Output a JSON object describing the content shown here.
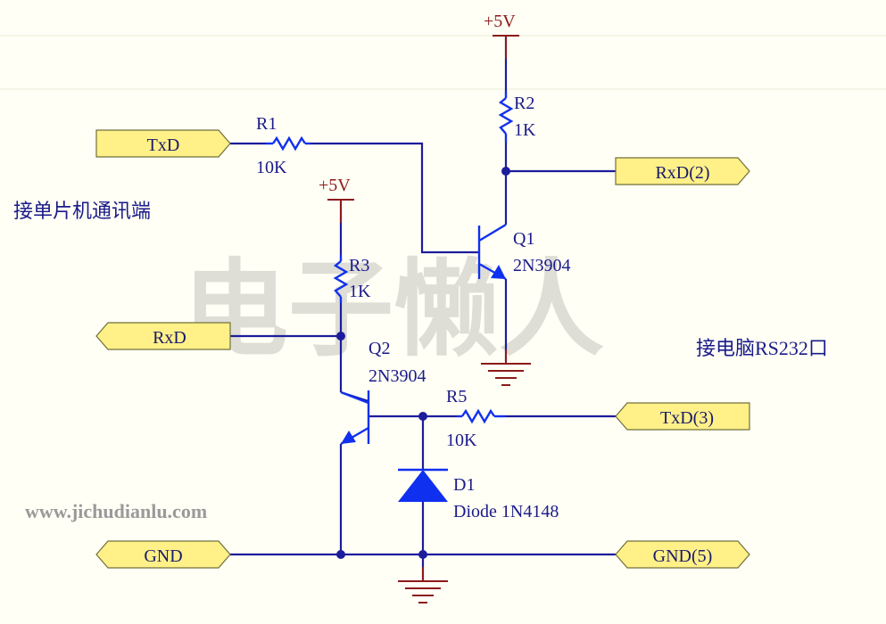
{
  "ports": {
    "txd_left": "TxD",
    "rxd_left": "RxD",
    "gnd_left": "GND",
    "rxd_right": "RxD(2)",
    "txd_right": "TxD(3)",
    "gnd_right": "GND(5)"
  },
  "power": {
    "vcc_top": "+5V",
    "vcc_mid": "+5V"
  },
  "components": {
    "r1": {
      "ref": "R1",
      "value": "10K"
    },
    "r2": {
      "ref": "R2",
      "value": "1K"
    },
    "r3": {
      "ref": "R3",
      "value": "1K"
    },
    "r5": {
      "ref": "R5",
      "value": "10K"
    },
    "q1": {
      "ref": "Q1",
      "value": "2N3904"
    },
    "q2": {
      "ref": "Q2",
      "value": "2N3904"
    },
    "d1": {
      "ref": "D1",
      "value": "Diode 1N4148"
    }
  },
  "notes": {
    "mcu_side": "接单片机通讯端",
    "pc_side": "接电脑RS232口"
  },
  "watermark": "电子懒人",
  "website": "www.jichudianlu.com",
  "colors": {
    "background": "#fffff5",
    "wire": "#1c1c9c",
    "component": "#1030f0",
    "power": "#8c1a1a",
    "port_fill": "#fff088"
  }
}
